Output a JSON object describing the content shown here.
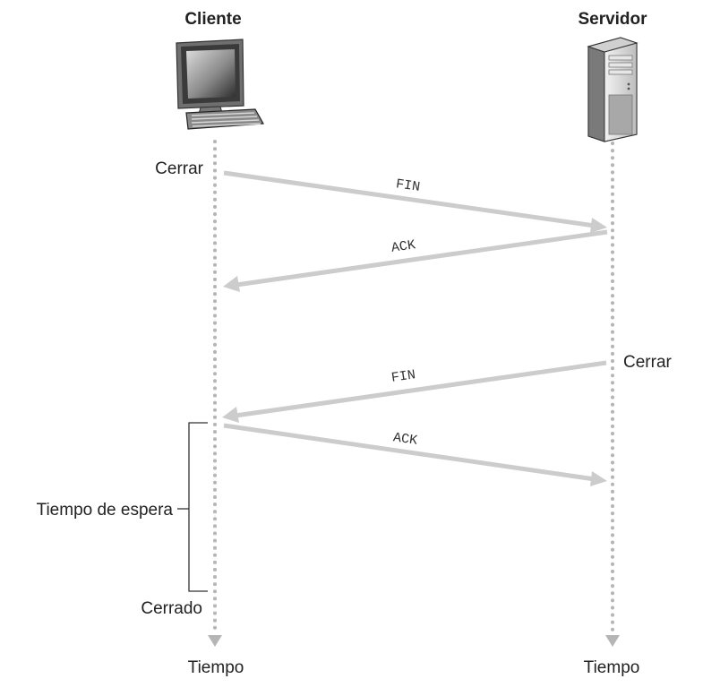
{
  "participants": {
    "client": {
      "label": "Cliente",
      "icon": "desktop-computer-icon"
    },
    "server": {
      "label": "Servidor",
      "icon": "tower-server-icon"
    }
  },
  "events": {
    "client_close": "Cerrar",
    "server_close": "Cerrar",
    "client_closed": "Cerrado",
    "time_wait": "Tiempo de espera"
  },
  "messages": [
    {
      "label": "FIN",
      "from": "client",
      "to": "server"
    },
    {
      "label": "ACK",
      "from": "server",
      "to": "client"
    },
    {
      "label": "FIN",
      "from": "server",
      "to": "client"
    },
    {
      "label": "ACK",
      "from": "client",
      "to": "server"
    }
  ],
  "time_axis": {
    "client_label": "Tiempo",
    "server_label": "Tiempo"
  },
  "colors": {
    "arrow": "#cccccc",
    "timeline": "#b5b5b5",
    "text": "#222222"
  }
}
